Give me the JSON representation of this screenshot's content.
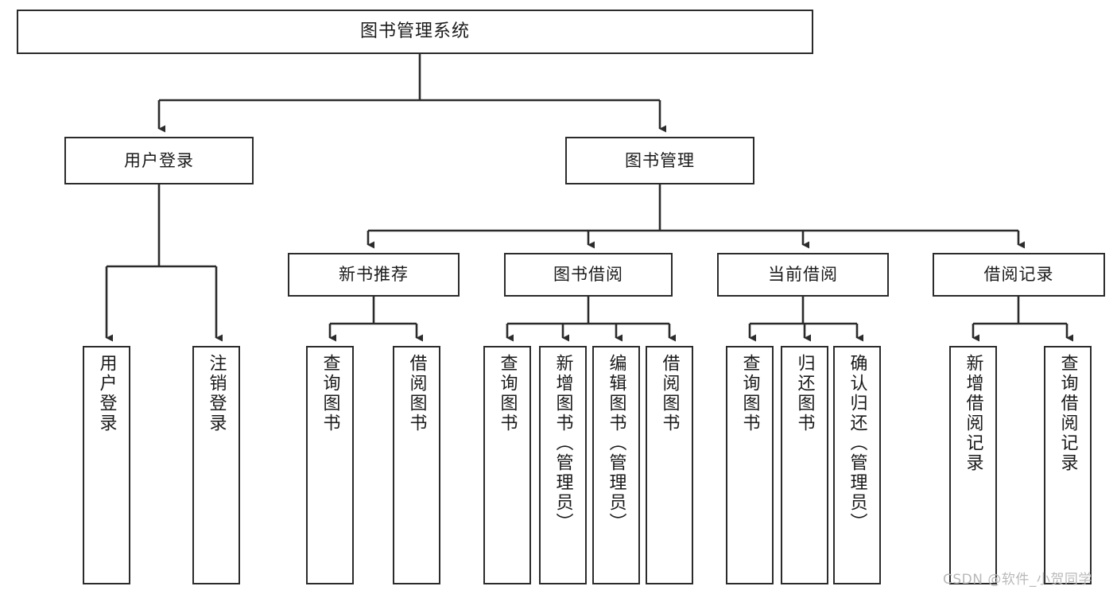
{
  "diagram": {
    "title": "图书管理系统",
    "type": "tree",
    "root": {
      "id": "root",
      "label": "图书管理系统",
      "orientation": "horizontal"
    },
    "level2": [
      {
        "id": "user-login",
        "label": "用户登录",
        "orientation": "horizontal"
      },
      {
        "id": "book-management",
        "label": "图书管理",
        "orientation": "horizontal"
      }
    ],
    "level3": [
      {
        "id": "new-book-recommend",
        "label": "新书推荐",
        "orientation": "horizontal",
        "parent": "book-management"
      },
      {
        "id": "book-borrow",
        "label": "图书借阅",
        "orientation": "horizontal",
        "parent": "book-management"
      },
      {
        "id": "current-borrow",
        "label": "当前借阅",
        "orientation": "horizontal",
        "parent": "book-management"
      },
      {
        "id": "borrow-record",
        "label": "借阅记录",
        "orientation": "horizontal",
        "parent": "book-management"
      }
    ],
    "leaves": [
      {
        "id": "leaf-user-login",
        "label": "用户登录",
        "orientation": "vertical",
        "parent": "user-login"
      },
      {
        "id": "leaf-user-logout",
        "label": "注销登录",
        "orientation": "vertical",
        "parent": "user-login"
      },
      {
        "id": "leaf-query-book-1",
        "label": "查询图书",
        "orientation": "vertical",
        "parent": "new-book-recommend"
      },
      {
        "id": "leaf-borrow-book-1",
        "label": "借阅图书",
        "orientation": "vertical",
        "parent": "new-book-recommend"
      },
      {
        "id": "leaf-query-book-2",
        "label": "查询图书",
        "orientation": "vertical",
        "parent": "book-borrow"
      },
      {
        "id": "leaf-add-book",
        "label": "新增图书（管理员）",
        "orientation": "vertical",
        "parent": "book-borrow"
      },
      {
        "id": "leaf-edit-book",
        "label": "编辑图书（管理员）",
        "orientation": "vertical",
        "parent": "book-borrow"
      },
      {
        "id": "leaf-borrow-book-2",
        "label": "借阅图书",
        "orientation": "vertical",
        "parent": "book-borrow"
      },
      {
        "id": "leaf-query-book-3",
        "label": "查询图书",
        "orientation": "vertical",
        "parent": "current-borrow"
      },
      {
        "id": "leaf-return-book",
        "label": "归还图书",
        "orientation": "vertical",
        "parent": "current-borrow"
      },
      {
        "id": "leaf-confirm-return",
        "label": "确认归还（管理员）",
        "orientation": "vertical",
        "parent": "current-borrow"
      },
      {
        "id": "leaf-add-record",
        "label": "新增借阅记录",
        "orientation": "vertical",
        "parent": "borrow-record"
      },
      {
        "id": "leaf-query-record",
        "label": "查询借阅记录",
        "orientation": "vertical",
        "parent": "borrow-record"
      }
    ]
  },
  "watermark": {
    "text": "CSDN @软件_小贺同学"
  },
  "colors": {
    "stroke": "#2b2b2b",
    "background": "#ffffff",
    "text": "#1a1a1a",
    "watermark": "#b9b9b9"
  }
}
